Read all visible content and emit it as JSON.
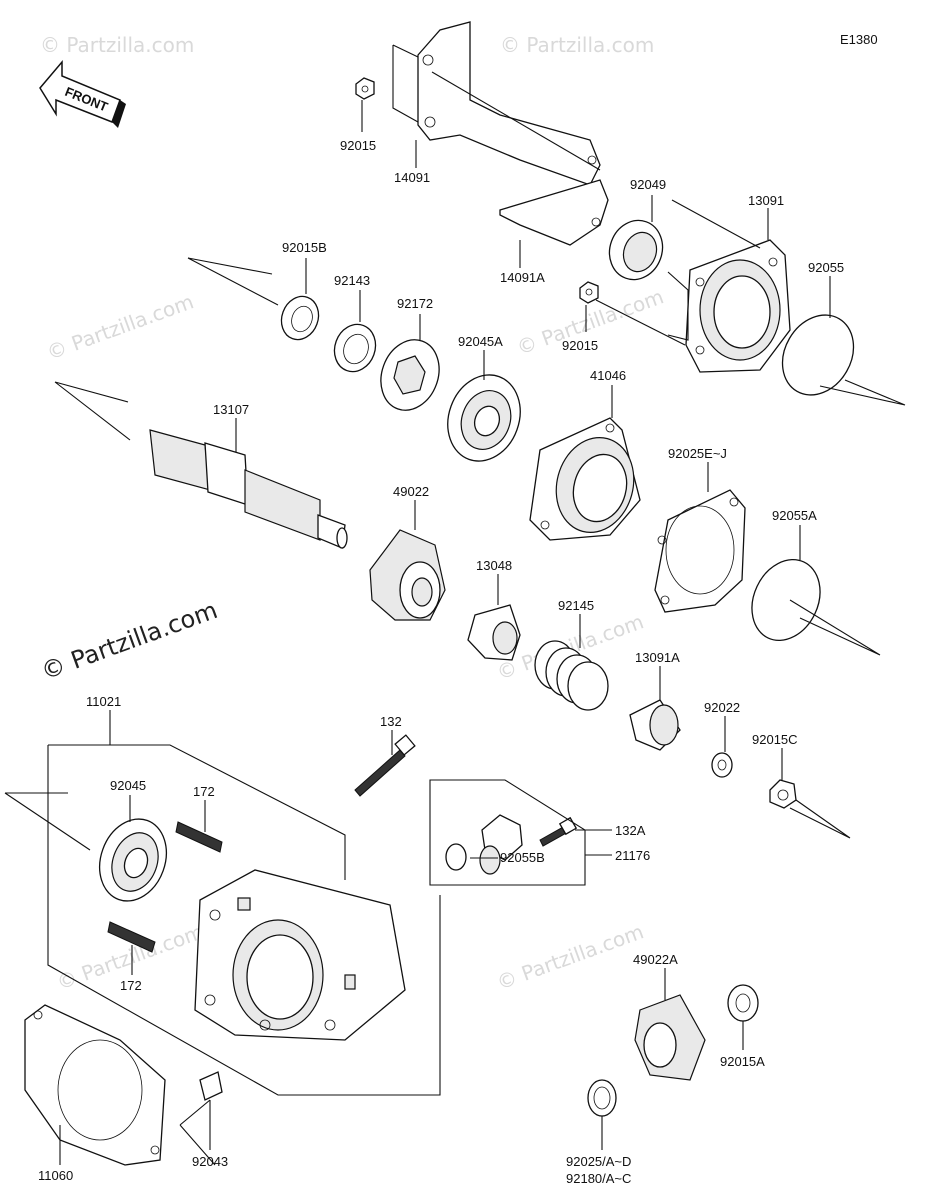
{
  "diagram_code": "E1380",
  "front_label": "FRONT",
  "watermark": "© Partzilla.com",
  "parts": {
    "p14091": "14091",
    "p14091A": "14091A",
    "p92015_top": "92015",
    "p92015_mid": "92015",
    "p92049": "92049",
    "p13091": "13091",
    "p92055": "92055",
    "p92015B": "92015B",
    "p92143": "92143",
    "p92172": "92172",
    "p92045A": "92045A",
    "p41046": "41046",
    "p13107": "13107",
    "p92025EJ": "92025E~J",
    "p49022": "49022",
    "p92055A": "92055A",
    "p13048": "13048",
    "p92145": "92145",
    "p13091A": "13091A",
    "p92022": "92022",
    "p92015C": "92015C",
    "p11021": "11021",
    "p132": "132",
    "p132A": "132A",
    "p92045": "92045",
    "p172_top": "172",
    "p172_bot": "172",
    "p92055B": "92055B",
    "p21176": "21176",
    "p49022A": "49022A",
    "p92015A": "92015A",
    "p11060": "11060",
    "p92043": "92043",
    "p92025AD": "92025/A~D",
    "p92180AC": "92180/A~C"
  }
}
